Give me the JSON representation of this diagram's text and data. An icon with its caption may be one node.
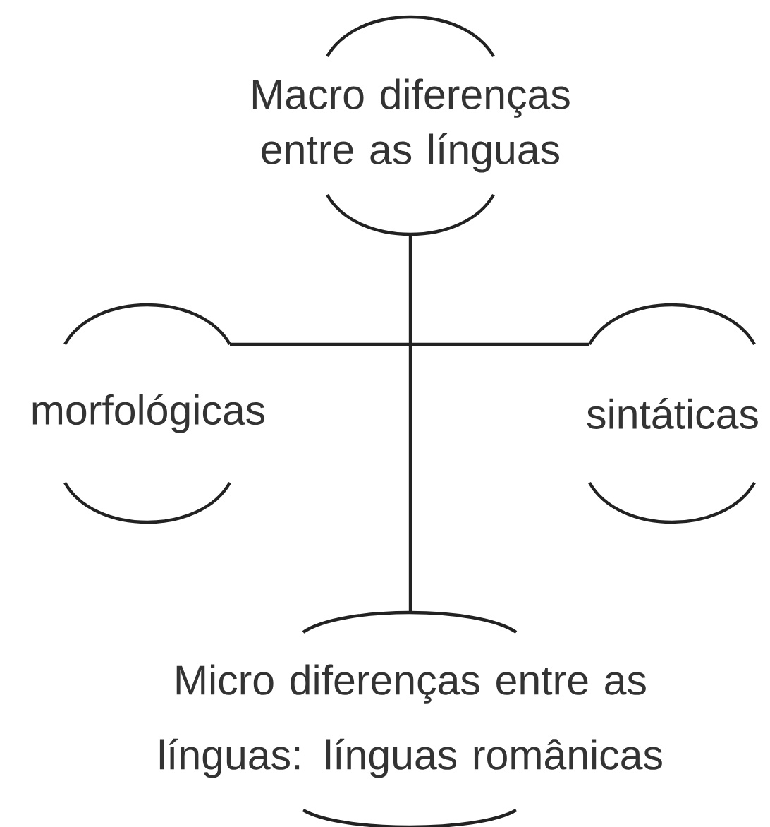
{
  "diagram": {
    "nodes": [
      {
        "text": [
          "Macro diferenças entre as línguas"
        ]
      },
      {
        "text": [
          "morfológicas"
        ]
      },
      {
        "text": [
          "sintáticas"
        ]
      },
      {
        "text": [
          "Micro diferenças entre as línguas: línguas românicas"
        ]
      }
    ],
    "edges": [
      {
        "from": 0,
        "to": 3,
        "arrow": "none"
      },
      {
        "from": 1,
        "to": 2,
        "arrow": "none"
      }
    ]
  }
}
